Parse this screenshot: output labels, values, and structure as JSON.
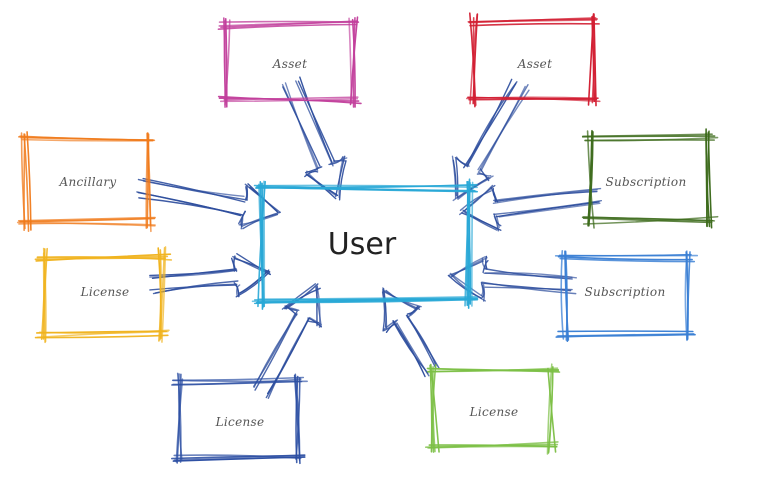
{
  "center": {
    "label": "User",
    "color": "#29a8d6"
  },
  "arrow_color": "#2f4f9e",
  "nodes": [
    {
      "id": "asset-pink",
      "label": "Asset",
      "color": "#c2409c"
    },
    {
      "id": "asset-red",
      "label": "Asset",
      "color": "#d21f33"
    },
    {
      "id": "ancillary-orange",
      "label": "Ancillary",
      "color": "#f07a1a"
    },
    {
      "id": "subscription-green",
      "label": "Subscription",
      "color": "#3d6b1c"
    },
    {
      "id": "license-yellow",
      "label": "License",
      "color": "#f0b31e"
    },
    {
      "id": "subscription-blue",
      "label": "Subscription",
      "color": "#3a7fd4"
    },
    {
      "id": "license-navy",
      "label": "License",
      "color": "#2c4fa3"
    },
    {
      "id": "license-lightgreen",
      "label": "License",
      "color": "#7cbf45"
    }
  ]
}
